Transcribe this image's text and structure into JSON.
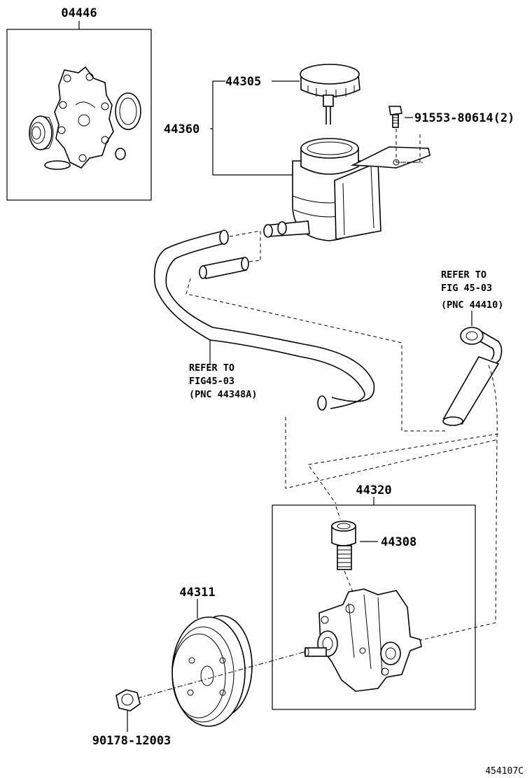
{
  "part_numbers": {
    "gasket_kit": "04446",
    "reservoir_cap": "44305",
    "reservoir_assy": "44360",
    "bolt": "91553-80614(2)",
    "pump_assy": "44320",
    "valve": "44308",
    "pulley": "44311",
    "nut": "90178-12003"
  },
  "notes": {
    "refer_right": [
      "REFER TO",
      "FIG 45-03",
      "(PNC 44410)"
    ],
    "refer_left": [
      "REFER TO",
      "FIG45-03",
      "(PNC 44348A)"
    ]
  },
  "figure_id": "454107C"
}
